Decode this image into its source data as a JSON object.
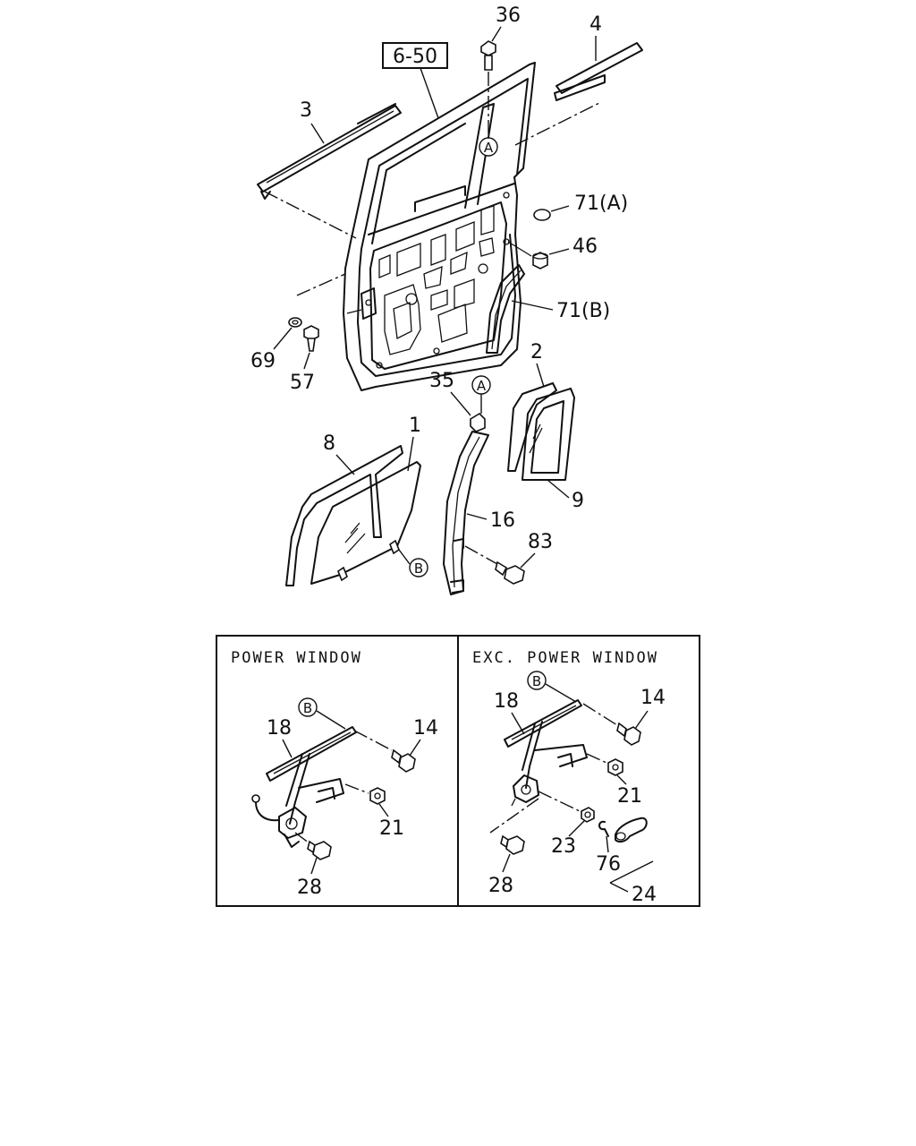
{
  "callouts": {
    "p1": "1",
    "p2": "2",
    "p3": "3",
    "p4": "4",
    "p8": "8",
    "p9": "9",
    "p16": "16",
    "p35": "35",
    "p36": "36",
    "p46": "46",
    "p57": "57",
    "p69": "69",
    "p71a": "71(A)",
    "p71b": "71(B)",
    "p83": "83",
    "ref": "6-50",
    "ref_a1": "A",
    "ref_a2": "A",
    "ref_b": "B"
  },
  "panel_power": {
    "title": "POWER WINDOW",
    "p18": "18",
    "p14": "14",
    "p21": "21",
    "p28": "28",
    "ref_b": "B"
  },
  "panel_exc": {
    "title": "EXC. POWER WINDOW",
    "p18": "18",
    "p14": "14",
    "p21": "21",
    "p23": "23",
    "p28": "28",
    "p76": "76",
    "p24": "24",
    "ref_b": "B"
  }
}
